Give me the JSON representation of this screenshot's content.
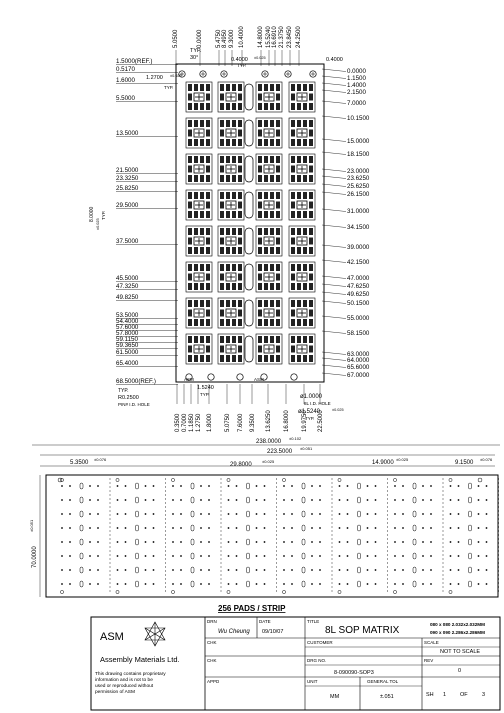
{
  "top_dims": [
    "5.0500",
    "0.0000",
    "5.4750",
    "8.4950",
    "9.3000",
    "10.4000",
    "14.8000",
    "15.5240",
    "16.6910",
    "21.3750",
    "23.8450",
    "24.2500"
  ],
  "left_dims": [
    "1.5000(REF.)",
    "0.5170",
    "1.6000",
    "5.5000",
    "13.5000",
    "21.5000",
    "23.3250",
    "25.8250",
    "29.5000",
    "37.5000",
    "45.5000",
    "47.3250",
    "49.8250",
    "53.5000",
    "54.4000",
    "57.6000",
    "57.8000",
    "59.1150",
    "59.3650",
    "61.5000",
    "65.4000",
    "68.5000(REF.)"
  ],
  "right_dims": [
    "0.0000",
    "1.1500",
    "1.4000",
    "2.1500",
    "7.0000",
    "10.1500",
    "15.0000",
    "18.1500",
    "23.0000",
    "23.6250",
    "25.6250",
    "26.1500",
    "31.0000",
    "34.1500",
    "39.0000",
    "42.1500",
    "47.0000",
    "47.6250",
    "49.6250",
    "50.1500",
    "55.0000",
    "58.1500",
    "63.0000",
    "64.0000",
    "65.6000",
    "67.0000"
  ],
  "bottom_dims": [
    "0.3500",
    "0.7000",
    "1.1850",
    "1.2750",
    "1.8000",
    "5.0750",
    "7.6000",
    "9.3500",
    "13.6250",
    "16.8000",
    "19.9750",
    "22.5000"
  ],
  "annotations": {
    "typ_angle": "TYP.",
    "angle": "30°",
    "dim_1270": "1.2700",
    "tol_1270": "±0.025",
    "dim_04000_a": "0.4000",
    "tol_04000": "±0.025",
    "typ_04000": "TYP.",
    "dim_04000_b": "0.4000",
    "typ_small": "TYP.",
    "typ_8000": "TYP.",
    "dim_8000": "8.0000",
    "tol_8000": "±0.025",
    "r_typ": "TYP.",
    "r_label": "R0.2500",
    "pin1_hole": "PIN# I.D. HOLE",
    "dia_1": "ø1.0000",
    "bl_hole": "8L I.D. HOLE",
    "dia_1524": "ø1.5240",
    "tol_1524": "±0.025",
    "typ_1524": "TYP.",
    "dim_15240": "1.5240",
    "typ_15240": "TYP.",
    "strip_asm_a": "ASM",
    "strip_asm_b": "ASM"
  },
  "strip": {
    "overall": "238.0000",
    "overall_tol": "±0.102",
    "inner": "223.5000",
    "inner_tol": "±0.051",
    "left_offset": "5.3500",
    "left_offset_tol": "±0.076",
    "pitch": "29.8000",
    "pitch_tol": "±0.025",
    "mid": "14.9000",
    "mid_tol": "±0.025",
    "right_offset": "9.1500",
    "right_offset_tol": "±0.076",
    "height": "70.0000",
    "height_tol": "±0.051",
    "caption": "256 PADS / STRIP"
  },
  "title_block": {
    "logo": "ASM",
    "company": "Assembly Materials Ltd.",
    "notice": [
      "This drawing contains proprietary",
      "information and is not to be",
      "used or reproduced without",
      "permission of ASM"
    ],
    "drn_label": "DRN",
    "drn_value": "Wu Cheung",
    "date_label": "DATE",
    "date_value": "09/10/07",
    "title_label": "TITLE",
    "title_value": "8L SOP MATRIX",
    "spec_1": "080 x 080 2.032x2.032MM",
    "spec_2": "090 x 090 2.286x2.286MM",
    "chk_label": "CHK",
    "customer_label": "CUSTOMER",
    "scale_label": "SCALE",
    "scale_value": "NOT TO SCALE",
    "chk2_label": "CHK",
    "drg_label": "DRG NO.",
    "drg_value": "8-090090-SOP3",
    "rev_label": "REV",
    "rev_value": "0",
    "appd_label": "APPD",
    "unit_label": "UNIT",
    "unit_value": "MM",
    "tol_label": "GENERAL TOL",
    "tol_value": "±.051",
    "sheet_label": "SH",
    "sheet_value": "1",
    "of_label": "OF",
    "of_value": "3"
  }
}
